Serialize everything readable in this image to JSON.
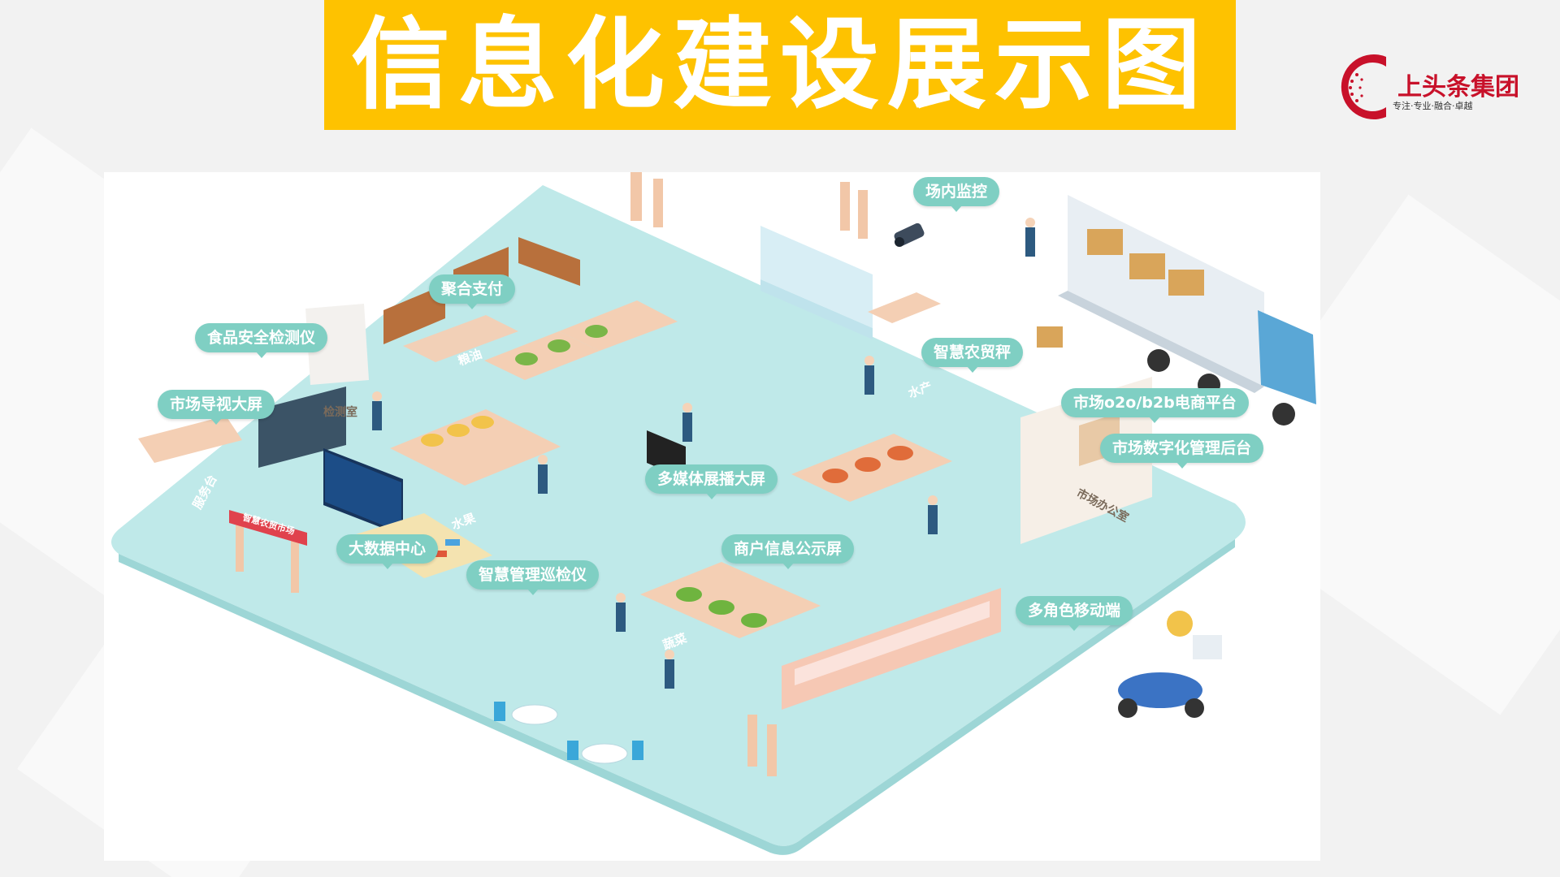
{
  "title": "信息化建设展示图",
  "logo": {
    "name": "上头条集团",
    "slogan": "专注·专业·融合·卓越"
  },
  "diagram": {
    "labels": {
      "camera": "场内监控",
      "payment": "聚合支付",
      "food_safety": "食品安全检测仪",
      "smart_scale": "智慧农贸秤",
      "guide_screen": "市场导视大屏",
      "ecommerce": "市场o2o/b2b电商平台",
      "digital_admin": "市场数字化管理后台",
      "multimedia": "多媒体展播大屏",
      "big_data": "大数据中心",
      "merchant_info": "商户信息公示屏",
      "inspection": "智慧管理巡检仪",
      "mobile": "多角色移动端"
    },
    "signs": {
      "service_desk": "服务台",
      "fruit": "水果",
      "vegetable": "蔬菜",
      "seafood": "水产",
      "office": "市场办公室",
      "test_room": "检测室",
      "grain_oil": "粮油",
      "gate": "智慧农贸市场"
    }
  }
}
